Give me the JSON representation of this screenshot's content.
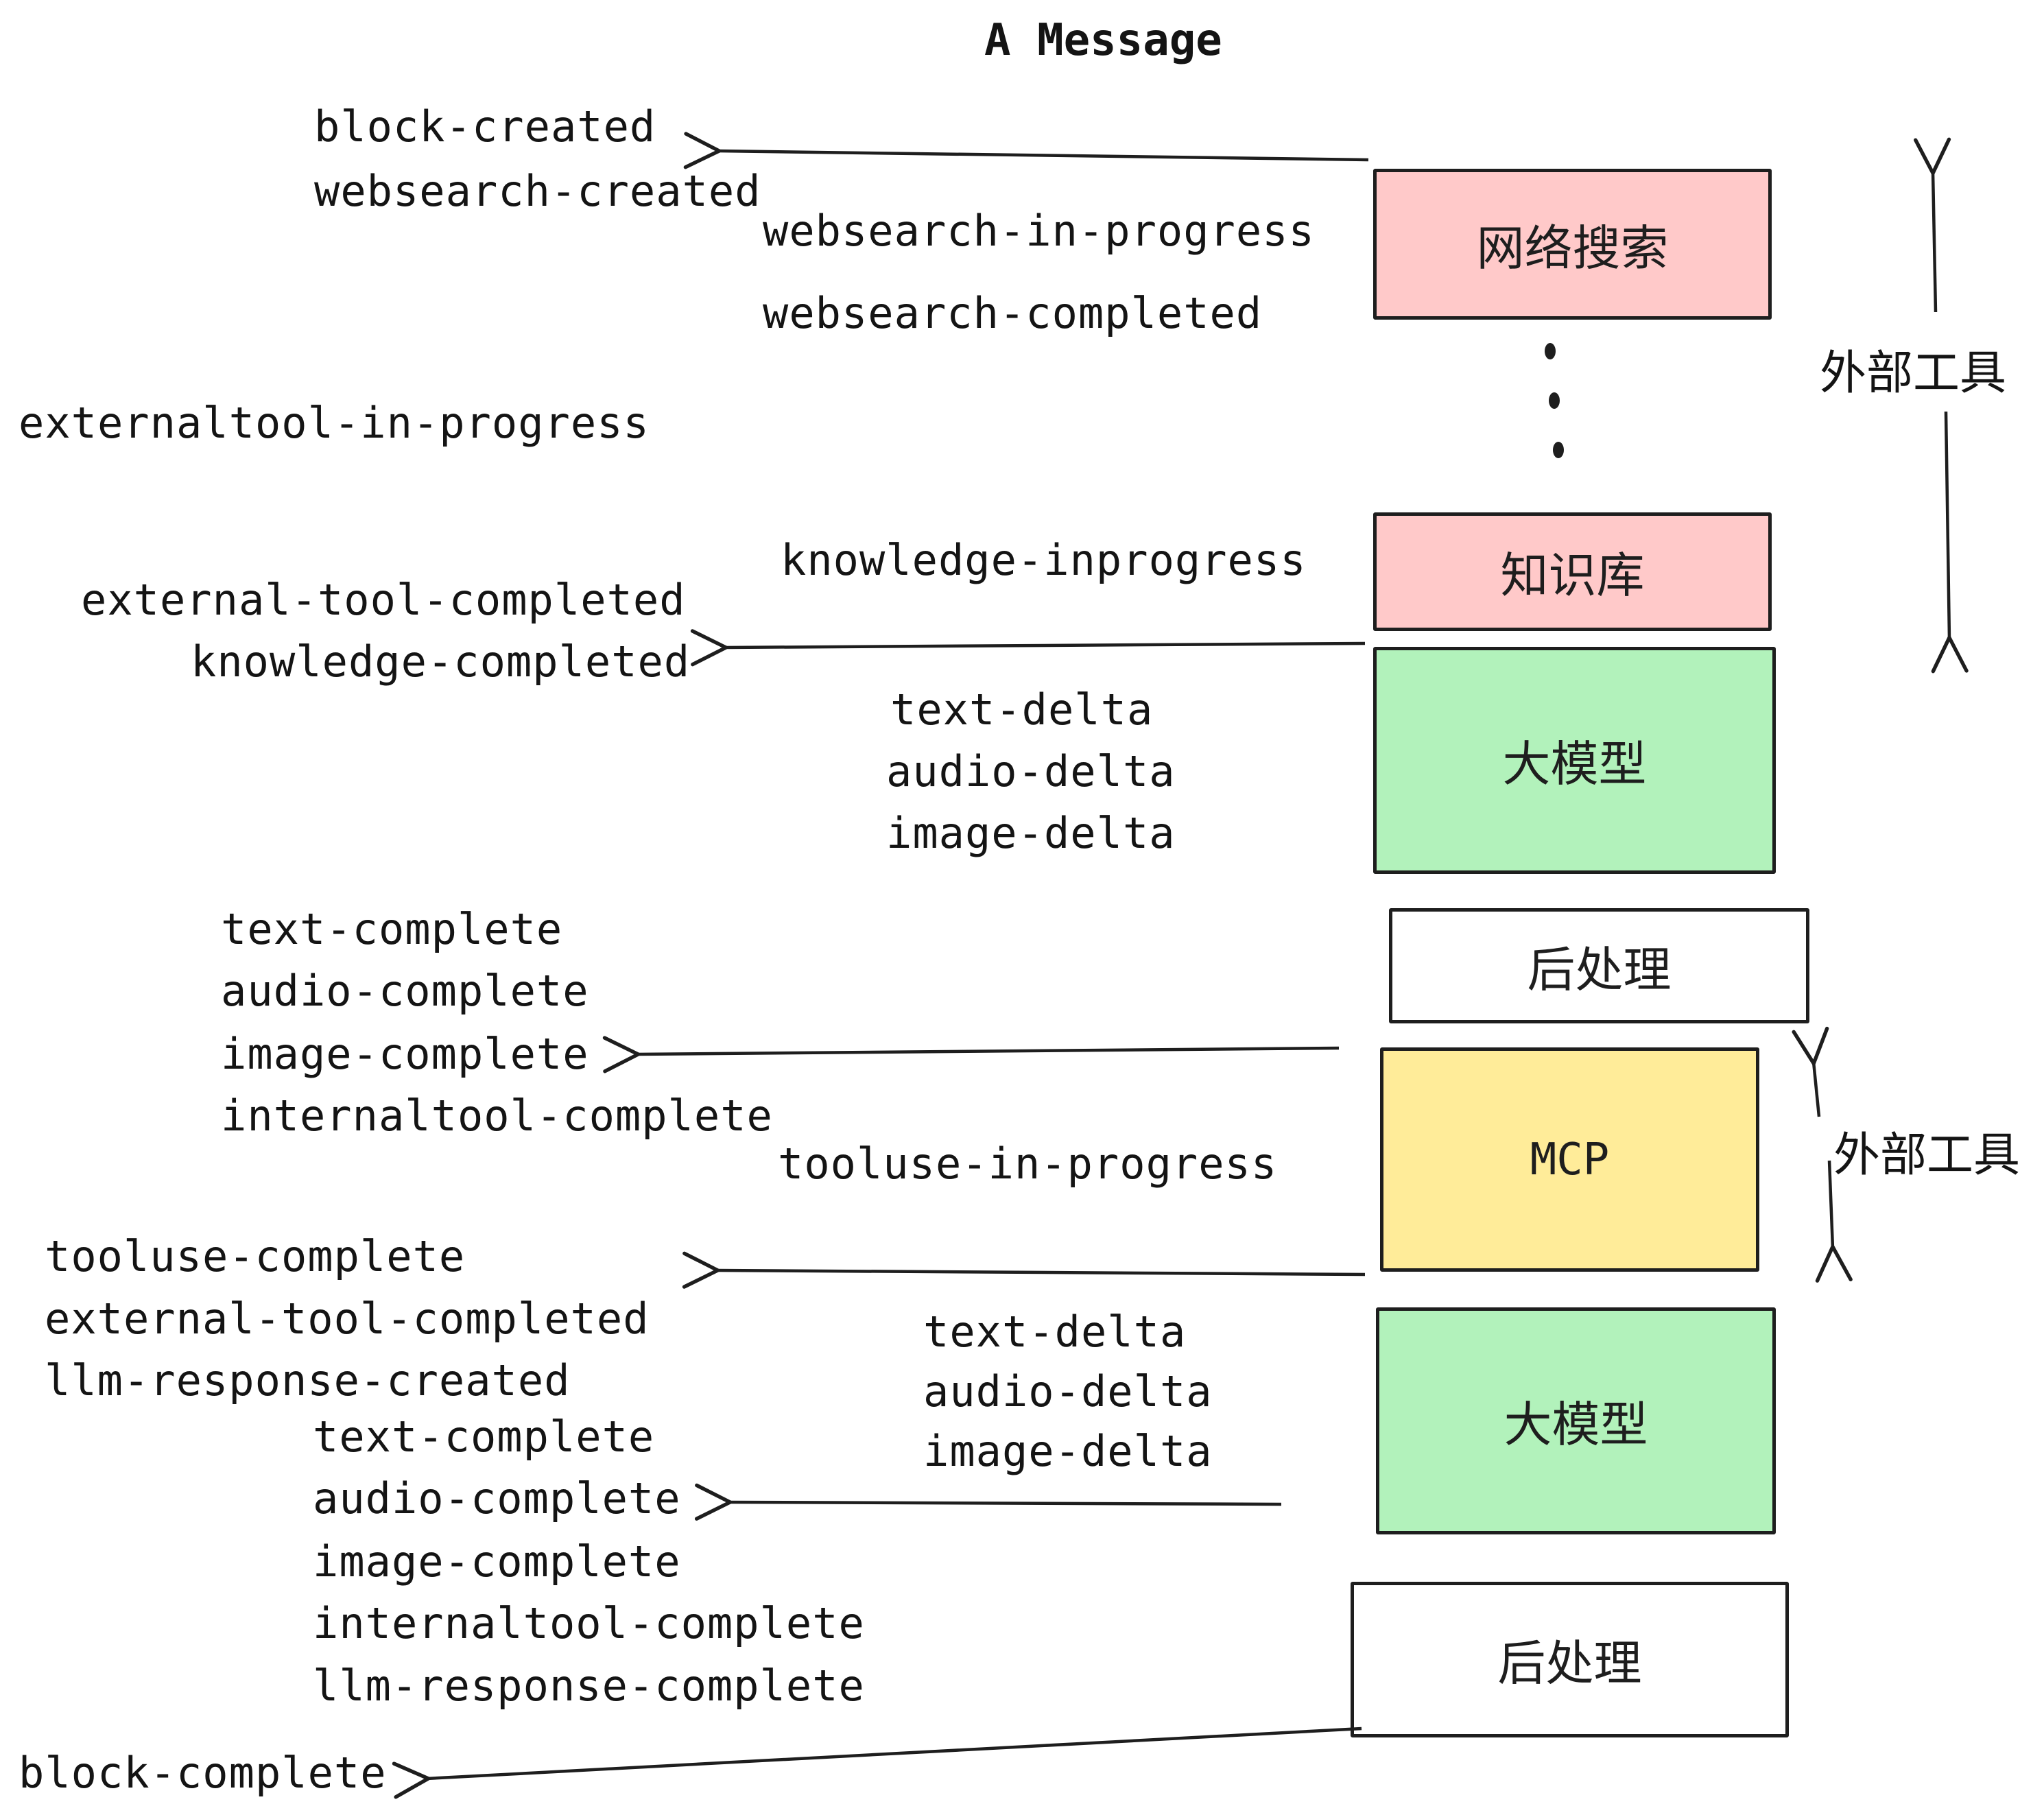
{
  "title": "A Message",
  "events": {
    "block_created": "block-created",
    "websearch_created": "websearch-created",
    "websearch_in_progress": "websearch-in-progress",
    "websearch_completed": "websearch-completed",
    "externaltool_in_progress": "externaltool-in-progress",
    "knowledge_inprogress": "knowledge-inprogress",
    "external_tool_completed_1": "external-tool-completed",
    "knowledge_completed": "knowledge-completed",
    "text_delta_1": "text-delta",
    "audio_delta_1": "audio-delta",
    "image_delta_1": "image-delta",
    "text_complete_1": "text-complete",
    "audio_complete_1": "audio-complete",
    "image_complete_1": "image-complete",
    "internaltool_complete_1": "internaltool-complete",
    "tooluse_in_progress": "tooluse-in-progress",
    "tooluse_complete": "tooluse-complete",
    "external_tool_completed_2": "external-tool-completed",
    "llm_response_created": "llm-response-created",
    "text_delta_2": "text-delta",
    "audio_delta_2": "audio-delta",
    "image_delta_2": "image-delta",
    "text_complete_2": "text-complete",
    "audio_complete_2": "audio-complete",
    "image_complete_2": "image-complete",
    "internaltool_complete_2": "internaltool-complete",
    "llm_response_complete": "llm-response-complete",
    "block_complete": "block-complete"
  },
  "boxes": {
    "websearch": {
      "label": "网络搜索",
      "fill": "#ffc9c9"
    },
    "knowledge": {
      "label": "知识库",
      "fill": "#ffc9c9"
    },
    "llm_1": {
      "label": "大模型",
      "fill": "#b2f2bb"
    },
    "postprocess_1": {
      "label": "后处理",
      "fill": "#ffffff"
    },
    "mcp": {
      "label": "MCP",
      "fill": "#ffec99"
    },
    "llm_2": {
      "label": "大模型",
      "fill": "#b2f2bb"
    },
    "postprocess_2": {
      "label": "后处理",
      "fill": "#ffffff"
    }
  },
  "annotations": {
    "external_tools_1": "外部工具",
    "external_tools_2": "外部工具"
  },
  "colors": {
    "stroke": "#1e1e1e",
    "pink": "#ffc9c9",
    "green": "#b2f2bb",
    "yellow": "#ffec99",
    "white": "#ffffff",
    "background": "#ffffff"
  }
}
